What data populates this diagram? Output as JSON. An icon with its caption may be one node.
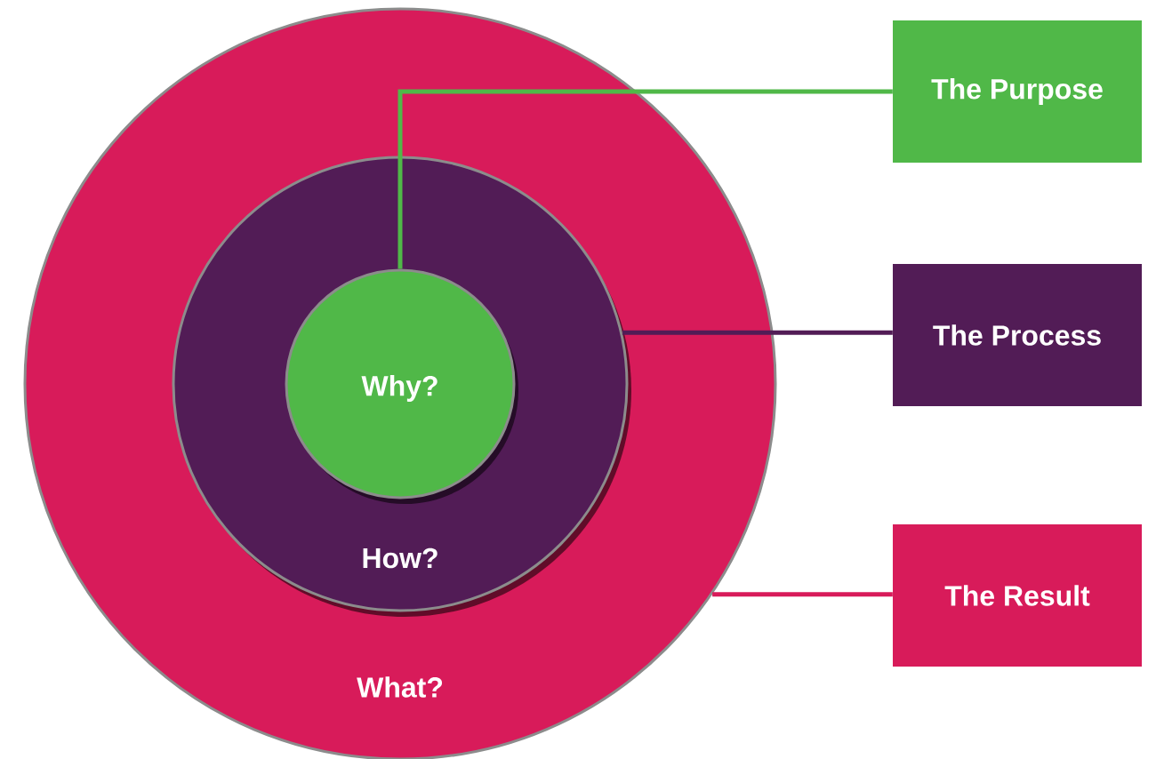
{
  "diagram": {
    "nodes": [
      {
        "text": [
          "What?"
        ]
      },
      {
        "text": [
          "How?"
        ],
        "in": 0
      },
      {
        "text": [
          "Why?"
        ],
        "in": 1
      },
      {
        "text": [
          "The Purpose"
        ]
      },
      {
        "text": [
          "The Process"
        ]
      },
      {
        "text": [
          "The Result"
        ]
      }
    ],
    "edges": [
      {
        "from": 2,
        "to": 3,
        "arrow": "none",
        "color": "#50b848"
      },
      {
        "from": 1,
        "to": 4,
        "arrow": "none",
        "color": "#521c56"
      },
      {
        "from": 0,
        "to": 5,
        "arrow": "none",
        "color": "#d81b5a"
      }
    ]
  }
}
